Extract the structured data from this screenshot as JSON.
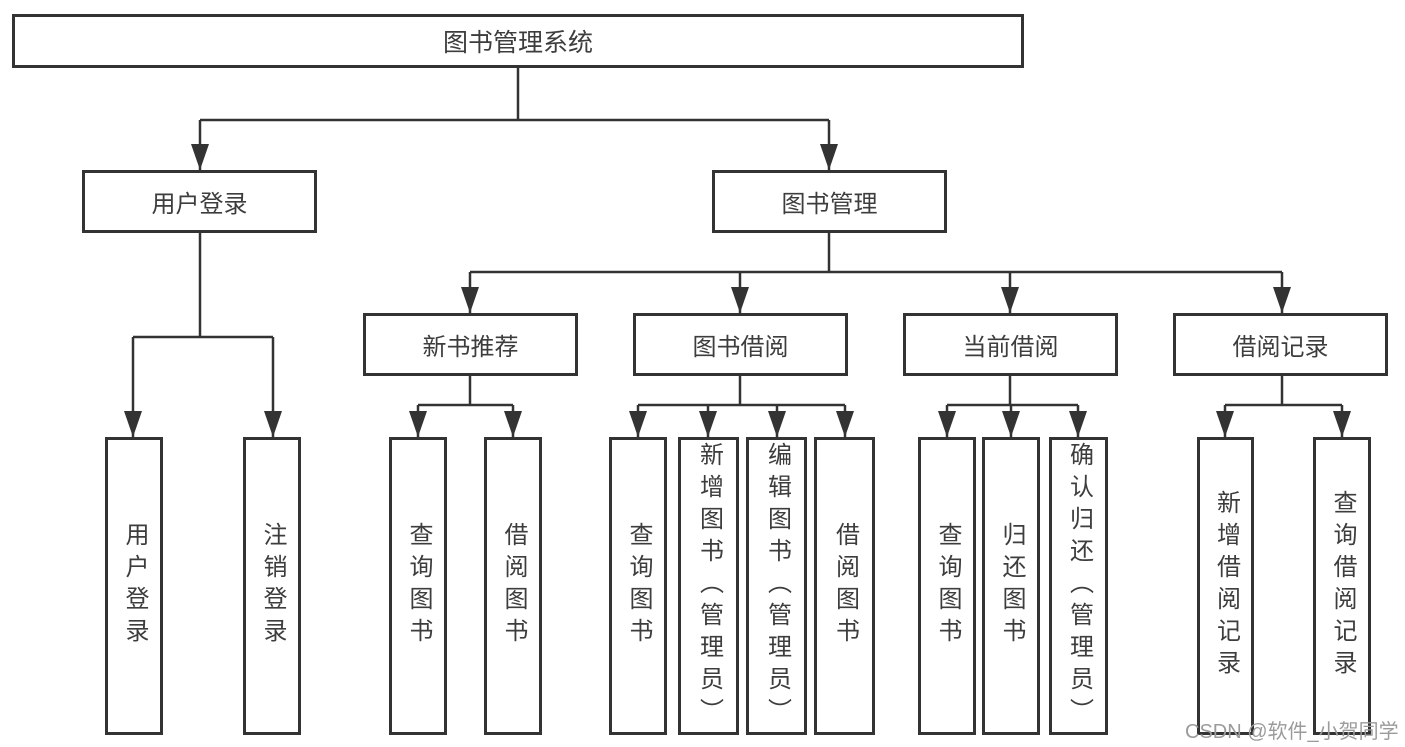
{
  "tree": {
    "label": "图书管理系统",
    "children": [
      {
        "label": "用户登录",
        "children": [
          {
            "label": "用户登录"
          },
          {
            "label": "注销登录"
          }
        ]
      },
      {
        "label": "图书管理",
        "children": [
          {
            "label": "新书推荐",
            "children": [
              {
                "label": "查询图书"
              },
              {
                "label": "借阅图书"
              }
            ]
          },
          {
            "label": "图书借阅",
            "children": [
              {
                "label": "查询图书"
              },
              {
                "label": "新增图书（管理员）"
              },
              {
                "label": "编辑图书（管理员）"
              },
              {
                "label": "借阅图书"
              }
            ]
          },
          {
            "label": "当前借阅",
            "children": [
              {
                "label": "查询图书"
              },
              {
                "label": "归还图书"
              },
              {
                "label": "确认归还（管理员）"
              }
            ]
          },
          {
            "label": "借阅记录",
            "children": [
              {
                "label": "新增借阅记录"
              },
              {
                "label": "查询借阅记录"
              }
            ]
          }
        ]
      }
    ]
  },
  "watermark": {
    "text": "CSDN @软件_小贺同学"
  },
  "colors": {
    "line": "#333333",
    "border": "#333333",
    "text": "#3d3d3d",
    "watermark": "#9b9b9b",
    "background": "#ffffff"
  }
}
